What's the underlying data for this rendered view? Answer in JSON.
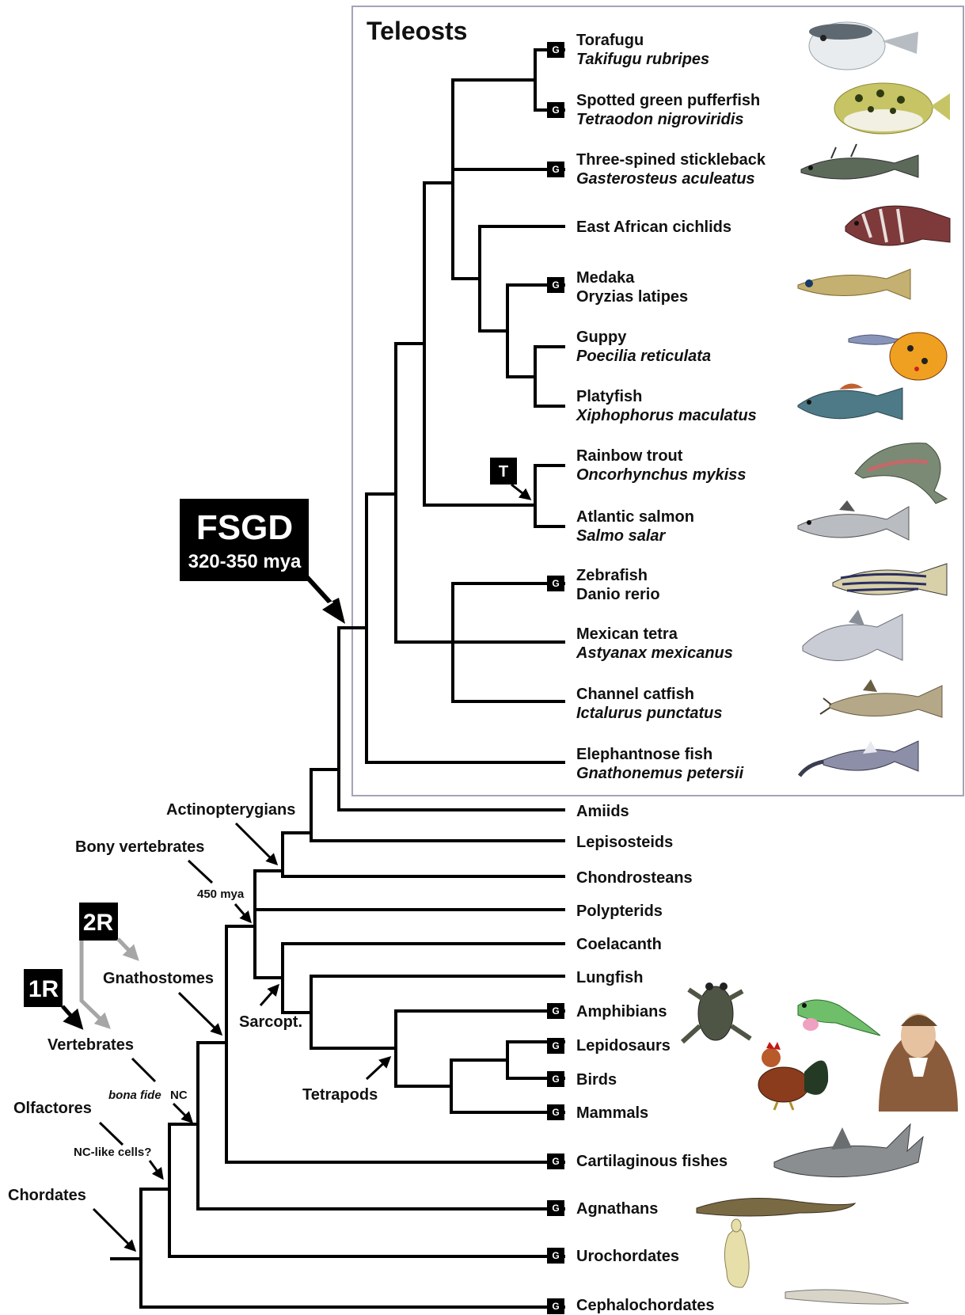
{
  "teleosts_title": "Teleosts",
  "fsgd": {
    "title": "FSGD",
    "date": "320-350 mya"
  },
  "wgd_badges": {
    "one_r": "1R",
    "two_r": "2R",
    "t": "T"
  },
  "genome_marker": "G",
  "taxa": [
    {
      "id": "torafugu",
      "common": "Torafugu",
      "sci": "Takifugu rubripes",
      "genome": true,
      "icon": "pufferfish-icon"
    },
    {
      "id": "green-pufferfish",
      "common": "Spotted green pufferfish",
      "sci": "Tetraodon nigroviridis",
      "genome": true,
      "icon": "spotted-pufferfish-icon"
    },
    {
      "id": "stickleback",
      "common": "Three-spined stickleback",
      "sci": "Gasterosteus aculeatus",
      "genome": true,
      "icon": "stickleback-icon"
    },
    {
      "id": "cichlids",
      "common": "East African cichlids",
      "sci": "",
      "genome": false,
      "icon": "cichlid-icon"
    },
    {
      "id": "medaka",
      "common": "Medaka",
      "sci": "Oryzias latipes",
      "genome": true,
      "icon": "medaka-icon"
    },
    {
      "id": "guppy",
      "common": "Guppy",
      "sci": "Poecilia reticulata",
      "genome": false,
      "icon": "guppy-icon"
    },
    {
      "id": "platyfish",
      "common": "Platyfish",
      "sci": "Xiphophorus maculatus",
      "genome": false,
      "icon": "platyfish-icon"
    },
    {
      "id": "rainbow-trout",
      "common": "Rainbow trout",
      "sci": "Oncorhynchus mykiss",
      "genome": false,
      "icon": "trout-icon"
    },
    {
      "id": "atlantic-salmon",
      "common": "Atlantic salmon",
      "sci": "Salmo salar",
      "genome": false,
      "icon": "salmon-icon"
    },
    {
      "id": "zebrafish",
      "common": "Zebrafish",
      "sci": "Danio rerio",
      "genome": true,
      "icon": "zebrafish-icon"
    },
    {
      "id": "mexican-tetra",
      "common": "Mexican tetra",
      "sci": "Astyanax mexicanus",
      "genome": false,
      "icon": "tetra-icon"
    },
    {
      "id": "channel-catfish",
      "common": "Channel catfish",
      "sci": "Ictalurus punctatus",
      "genome": false,
      "icon": "catfish-icon"
    },
    {
      "id": "elephantnose",
      "common": "Elephantnose fish",
      "sci": "Gnathonemus petersii",
      "genome": false,
      "icon": "elephantnose-icon"
    },
    {
      "id": "amiids",
      "common": "Amiids",
      "sci": "",
      "genome": false,
      "icon": ""
    },
    {
      "id": "lepisosteids",
      "common": "Lepisosteids",
      "sci": "",
      "genome": false,
      "icon": ""
    },
    {
      "id": "chondrosteans",
      "common": "Chondrosteans",
      "sci": "",
      "genome": false,
      "icon": ""
    },
    {
      "id": "polypterids",
      "common": "Polypterids",
      "sci": "",
      "genome": false,
      "icon": ""
    },
    {
      "id": "coelacanth",
      "common": "Coelacanth",
      "sci": "",
      "genome": false,
      "icon": ""
    },
    {
      "id": "lungfish",
      "common": "Lungfish",
      "sci": "",
      "genome": false,
      "icon": ""
    },
    {
      "id": "amphibians",
      "common": "Amphibians",
      "sci": "",
      "genome": true,
      "icon": "frog-icon"
    },
    {
      "id": "lepidosaurs",
      "common": "Lepidosaurs",
      "sci": "",
      "genome": true,
      "icon": "lizard-icon"
    },
    {
      "id": "birds",
      "common": "Birds",
      "sci": "",
      "genome": true,
      "icon": "rooster-icon"
    },
    {
      "id": "mammals",
      "common": "Mammals",
      "sci": "",
      "genome": true,
      "icon": "portrait-icon"
    },
    {
      "id": "cartilaginous",
      "common": "Cartilaginous fishes",
      "sci": "",
      "genome": true,
      "icon": "shark-icon"
    },
    {
      "id": "agnathans",
      "common": "Agnathans",
      "sci": "",
      "genome": true,
      "icon": "lamprey-icon"
    },
    {
      "id": "urochordates",
      "common": "Urochordates",
      "sci": "",
      "genome": true,
      "icon": "tunicate-icon"
    },
    {
      "id": "cephalochordates",
      "common": "Cephalochordates",
      "sci": "",
      "genome": true,
      "icon": "lancelet-icon"
    }
  ],
  "clades": {
    "actinopterygians": "Actinopterygians",
    "bony_vertebrates": "Bony vertebrates",
    "bony_date": "450 mya",
    "gnathostomes": "Gnathostomes",
    "sarcopt": "Sarcopt.",
    "tetrapods": "Tetrapods",
    "vertebrates": "Vertebrates",
    "bona_fide": "bona fide",
    "nc": "NC",
    "olfactores": "Olfactores",
    "nc_like": "NC-like cells?",
    "chordates": "Chordates"
  },
  "colors": {
    "line": "#000000",
    "box_border": "#a3a3b8",
    "badge": "#000000",
    "two_r_arrow": "#a6a6a6"
  }
}
